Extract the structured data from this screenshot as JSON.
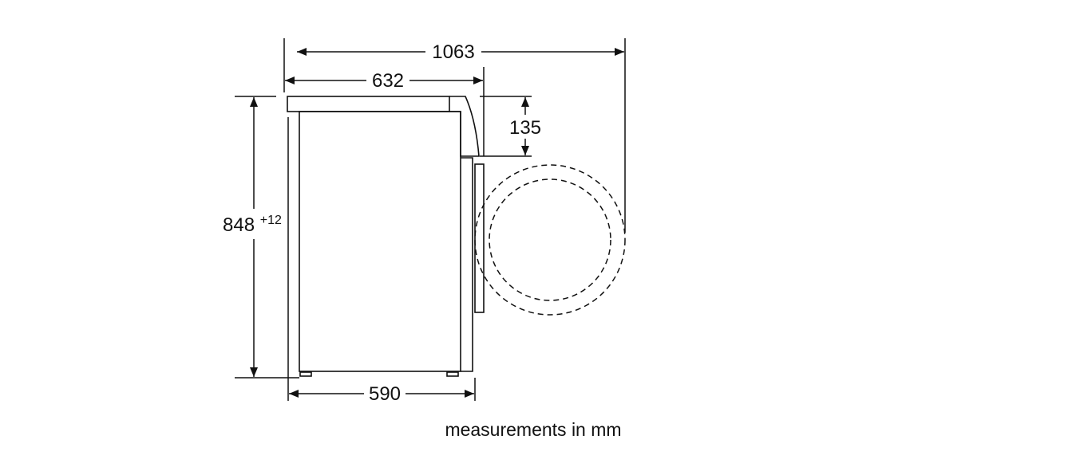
{
  "dimensions": {
    "total_depth": "1063",
    "depth_with_top": "632",
    "height": "848",
    "height_tolerance": "+12",
    "top_offset": "135",
    "body_depth": "590"
  },
  "caption": "measurements in mm",
  "colors": {
    "line": "#111111",
    "background": "#ffffff"
  }
}
